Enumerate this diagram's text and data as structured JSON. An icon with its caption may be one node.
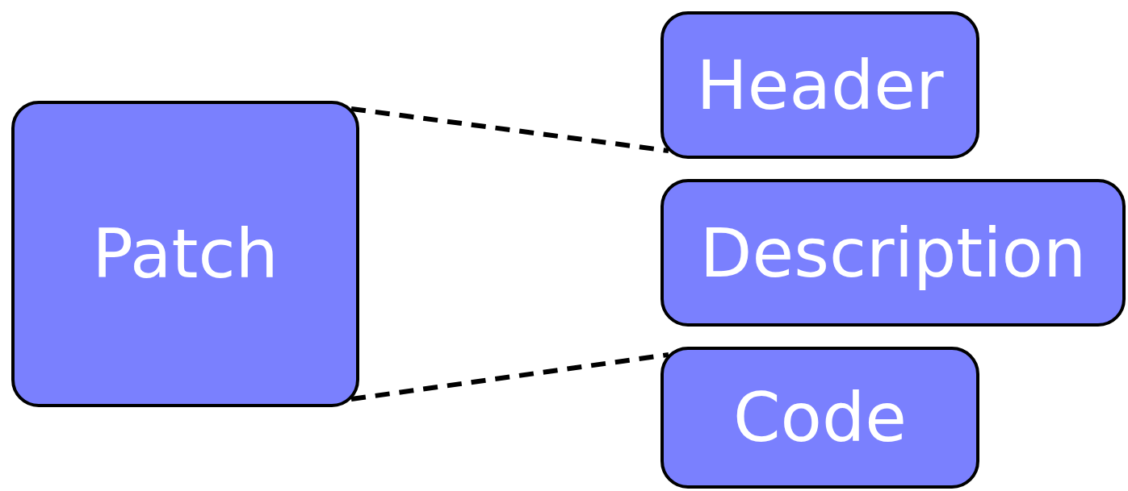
{
  "diagram": {
    "nodes": [
      {
        "text": [
          "Patch"
        ]
      },
      {
        "text": [
          "Header"
        ]
      },
      {
        "text": [
          "Description"
        ]
      },
      {
        "text": [
          "Code"
        ]
      }
    ],
    "edges": [
      {
        "from": 0,
        "to": 1,
        "arrow": "none",
        "style": "dashed"
      },
      {
        "from": 0,
        "to": 3,
        "arrow": "none",
        "style": "dashed"
      }
    ]
  }
}
